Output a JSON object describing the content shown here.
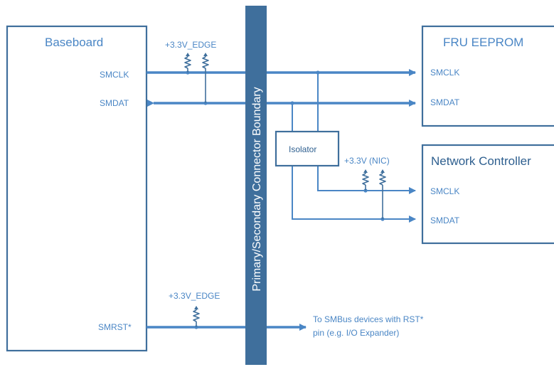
{
  "boundary": {
    "label": "Primary/Secondary Connector Boundary",
    "color": "#3f6f9c"
  },
  "baseboard": {
    "title": "Baseboard",
    "pins": {
      "smclk": "SMCLK",
      "smdat": "SMDAT",
      "smrst": "SMRST*"
    },
    "pullup_top": "+3.3V_EDGE",
    "pullup_bottom": "+3.3V_EDGE"
  },
  "fru": {
    "title": "FRU EEPROM",
    "pins": {
      "smclk": "SMCLK",
      "smdat": "SMDAT"
    }
  },
  "nic": {
    "title": "Network Controller",
    "pins": {
      "smclk": "SMCLK",
      "smdat": "SMDAT"
    },
    "pullup": "+3.3V (NIC)"
  },
  "isolator": {
    "label": "Isolator"
  },
  "rst_note": {
    "line1": "To SMBus devices with RST*",
    "line2": "pin (e.g. I/O Expander)"
  },
  "colors": {
    "line": "#4a86c5",
    "box": "#3f6f9c",
    "text": "#4a86c5"
  }
}
